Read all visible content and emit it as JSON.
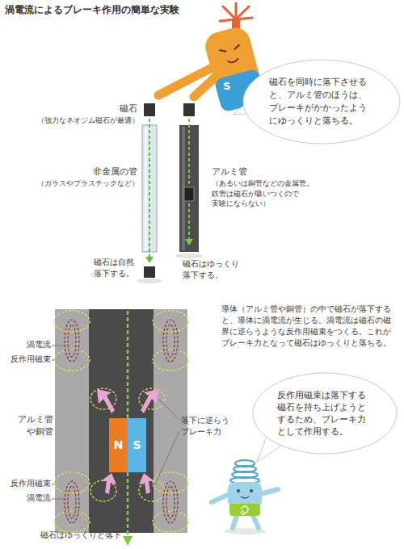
{
  "diagram": {
    "title": "渦電流によるブレーキ作用の簡単な実験",
    "nodes": [
      {
        "text": [
          "磁石を同時に落下させる と、アルミ管のほうは、 ブレーキがかかったよう にゆっくりと落ちる。"
        ]
      },
      {
        "text": [
          "反作用磁束は落下する 磁石を持ち上げようと するため、ブレーキ力 として作用する。"
        ]
      },
      {
        "text": [
          "N"
        ]
      },
      {
        "text": [
          "S"
        ]
      }
    ],
    "labels": [
      "磁石",
      "（強力なネオジム磁石が最適）",
      "非金属の管",
      "（ガラスやプラスチックなど）",
      "アルミ管",
      "（あるいは銅管などの金属管。 鉄管は磁石が吸いつくので 実験にならない）",
      "磁石は自然 落下する。",
      "磁石はゆっくり 落下する。",
      "S",
      "導体（アルミ管や銅管）の中で磁石が落下する と、導体に渦電流が生じる。渦電流は磁石の磁 界に逆らうような反作用磁束をつくる。これが ブレーキ力となって磁石はゆっくりと落ちる。",
      "渦電流",
      "反作用磁束",
      "アルミ管 や銅管",
      "落下に逆らう ブレーキ力",
      "反作用磁束",
      "渦電流",
      "磁石はゆっくりと落下"
    ]
  }
}
